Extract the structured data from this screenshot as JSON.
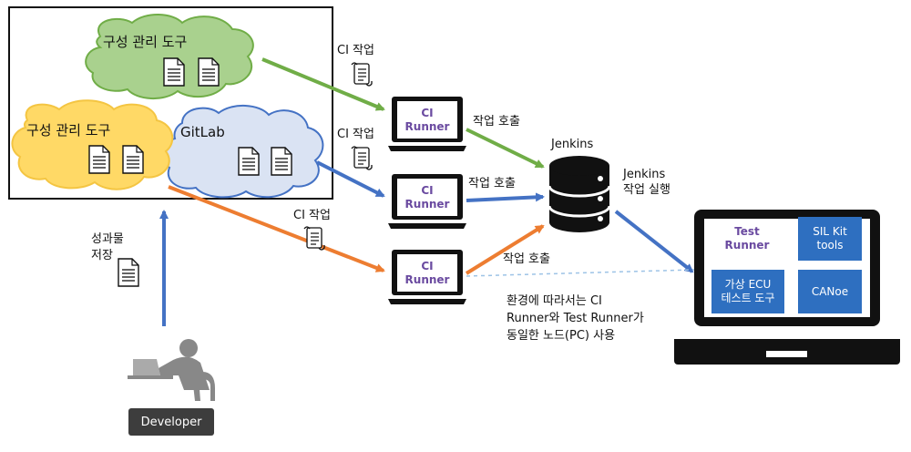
{
  "repo_group": {
    "cloud_top_label": "구성 관리 도구",
    "cloud_left_label": "구성 관리 도구",
    "gitlab_label": "GitLab"
  },
  "ci_jobs": [
    "CI 작업",
    "CI 작업",
    "CI 작업"
  ],
  "runners": [
    {
      "line1": "CI",
      "line2": "Runner"
    },
    {
      "line1": "CI",
      "line2": "Runner"
    },
    {
      "line1": "CI",
      "line2": "Runner"
    }
  ],
  "job_calls": [
    "작업 호출",
    "작업 호출",
    "작업 호출"
  ],
  "jenkins": {
    "label": "Jenkins",
    "run_line1": "Jenkins",
    "run_line2": "작업 실행"
  },
  "test_node": {
    "runner_line1": "Test",
    "runner_line2": "Runner",
    "sil_line1": "SIL Kit",
    "sil_line2": "tools",
    "virtual_line1": "가상 ECU",
    "virtual_line2": "테스트 도구",
    "canoe": "CANoe"
  },
  "note": {
    "line1": "환경에 따라서는 CI",
    "line2": "Runner와 Test Runner가",
    "line3": "동일한 노드(PC) 사용"
  },
  "artifact": {
    "line1": "성과물",
    "line2": "저장"
  },
  "developer": {
    "label": "Developer"
  },
  "colors": {
    "green": "#70ad47",
    "blue": "#4472c4",
    "orange": "#ed7d31",
    "cloud_green": "#a9d18e",
    "cloud_yellow": "#ffd966",
    "cloud_blue": "#dae3f3",
    "box_blue": "#2e6fc0",
    "runner_purple": "#6a4aa0"
  }
}
